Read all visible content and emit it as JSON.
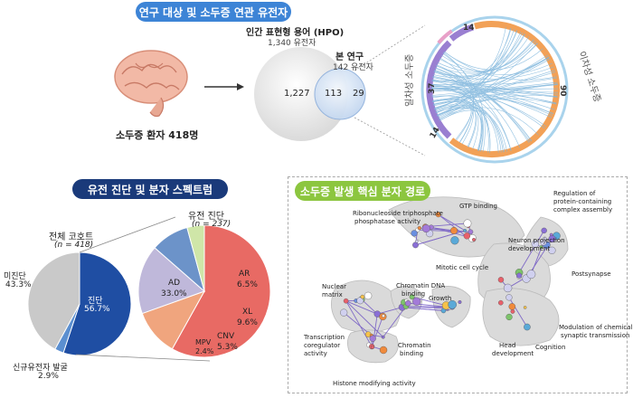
{
  "top": {
    "title": "연구 대상 및 소두증 연관 유전자",
    "patients_label": "소두증 환자 418명",
    "hpo_title": "인간 표현형 용어 (HPO)",
    "hpo_count": "1,340 유전자",
    "study_title": "본 연구",
    "study_count": "142 유전자",
    "venn_left": "1,227",
    "venn_overlap": "113",
    "venn_right": "29",
    "chord": {
      "label_primary": "일차성 소두증",
      "label_secondary": "이차성 소두증",
      "n_top": "14",
      "n_left": "37",
      "n_bottom": "14",
      "n_right": "90"
    }
  },
  "spectrum": {
    "title": "유전 진단 및 분자 스펙트럼",
    "cohort_label": "전체 코호트",
    "cohort_n": "(n = 418)",
    "diag_label": "유전 진단",
    "diag_n": "(n = 237)",
    "pie1": [
      {
        "label": "진단",
        "pct": "56.7%",
        "value": 56.7,
        "color": "#1f4ea3"
      },
      {
        "label": "신규유전자 발굴",
        "pct": "2.9%",
        "value": 2.9,
        "color": "#5b8fd0"
      },
      {
        "label": "미진단",
        "pct": "43.3%",
        "value": 43.3,
        "color": "#c9c9c9"
      }
    ],
    "pie2": [
      {
        "label": "AD",
        "pct": "33.0%",
        "value": 33.0,
        "color": "#e86a64"
      },
      {
        "label": "AR",
        "pct": "6.5%",
        "value": 6.5,
        "color": "#f0a57e"
      },
      {
        "label": "XL",
        "pct": "9.6%",
        "value": 9.6,
        "color": "#bfb8da"
      },
      {
        "label": "CNV",
        "pct": "5.3%",
        "value": 5.3,
        "color": "#6c93c9"
      },
      {
        "label": "MPV",
        "pct": "2.4%",
        "value": 2.4,
        "color": "#cfe6a8"
      }
    ]
  },
  "pathway": {
    "title": "소두증 발생 핵심 분자 경로",
    "labels": {
      "gtp": "GTP binding",
      "ribo1": "Ribonucleoside triphosphate",
      "ribo2": "phosphatase activity",
      "reg1": "Regulation of",
      "reg2": "protein-containing",
      "reg3": "complex assembly",
      "neuron1": "Neuron projection",
      "neuron2": "development",
      "mitotic": "Mitotic cell cycle",
      "postsynapse": "Postsynapse",
      "nuclear1": "Nuclear",
      "nuclear2": "matrix",
      "chromdna1": "Chromatin DNA",
      "chromdna2": "binding",
      "growth": "Growth",
      "mod1": "Modulation of chemical",
      "mod2": "synaptic transmission",
      "trans1": "Transcription",
      "trans2": "coregulator",
      "trans3": "activity",
      "chrom1": "Chromatin",
      "chrom2": "binding",
      "head1": "Head",
      "head2": "development",
      "cognition": "Cognition",
      "histone": "Histone modifying activity"
    }
  },
  "colors": {
    "pill_top": "#3d84d6",
    "pill_spectrum": "#1a3a7a",
    "pill_pathway": "#8cc63f"
  }
}
